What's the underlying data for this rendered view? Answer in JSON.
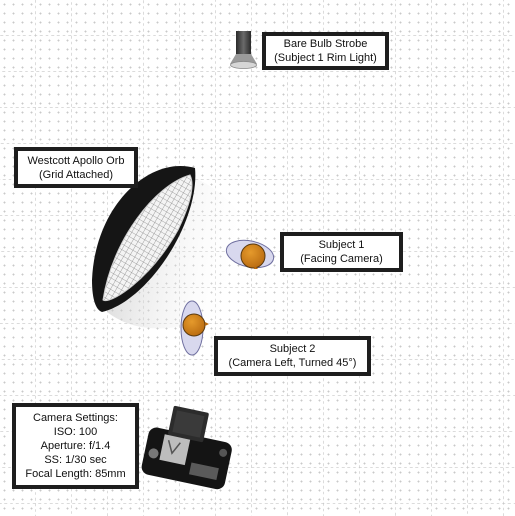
{
  "labels": {
    "strobe": {
      "line1": "Bare Bulb Strobe",
      "line2": "(Subject 1 Rim Light)"
    },
    "orb": {
      "line1": "Westcott Apollo Orb",
      "line2": "(Grid Attached)"
    },
    "subject1": {
      "line1": "Subject 1",
      "line2": "(Facing Camera)"
    },
    "subject2": {
      "line1": "Subject 2",
      "line2": "(Camera Left, Turned 45°)"
    },
    "camera": {
      "line1": "Camera Settings:",
      "line2": "ISO: 100",
      "line3": "Aperture: f/1.4",
      "line4": "SS: 1/30 sec",
      "line5": "Focal Length: 85mm"
    }
  },
  "colors": {
    "subject_head": "#d98a1e",
    "subject_body": "#d8d8ee",
    "label_border": "#1e1e1e",
    "softbox": "#1a1a1a"
  },
  "icons": [
    "strobe-icon",
    "softbox-icon",
    "subject-icon",
    "camera-icon"
  ]
}
